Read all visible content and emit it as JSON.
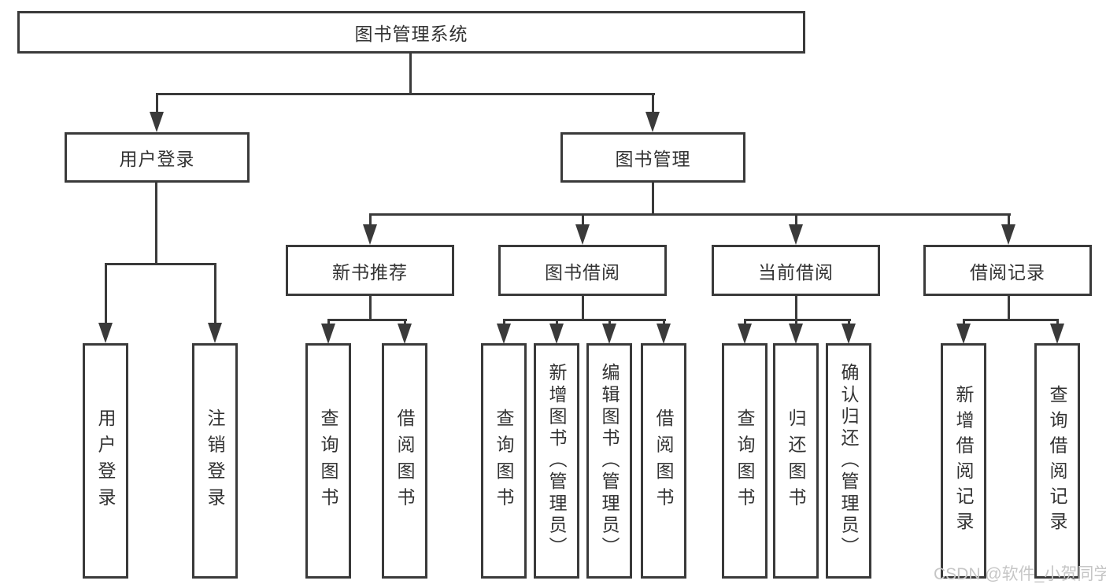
{
  "diagram": {
    "root": {
      "label": "图书管理系统"
    },
    "branches": [
      {
        "label": "用户登录",
        "children": [
          {
            "label": "用户登录"
          },
          {
            "label": "注销登录"
          }
        ]
      },
      {
        "label": "图书管理",
        "children": [
          {
            "label": "新书推荐",
            "children": [
              {
                "label": "查询图书"
              },
              {
                "label": "借阅图书"
              }
            ]
          },
          {
            "label": "图书借阅",
            "children": [
              {
                "label": "查询图书"
              },
              {
                "label": "新增图书（管理员）"
              },
              {
                "label": "编辑图书（管理员）"
              },
              {
                "label": "借阅图书"
              }
            ]
          },
          {
            "label": "当前借阅",
            "children": [
              {
                "label": "查询图书"
              },
              {
                "label": "归还图书"
              },
              {
                "label": "确认归还（管理员）"
              }
            ]
          },
          {
            "label": "借阅记录",
            "children": [
              {
                "label": "新增借阅记录"
              },
              {
                "label": "查询借阅记录"
              }
            ]
          }
        ]
      }
    ]
  },
  "watermark": {
    "text": "CSDN @软件_小贺同学"
  },
  "colors": {
    "line": "#3a3a3a",
    "text": "#333333",
    "background": "#ffffff",
    "watermark": "#c6c6c6"
  }
}
